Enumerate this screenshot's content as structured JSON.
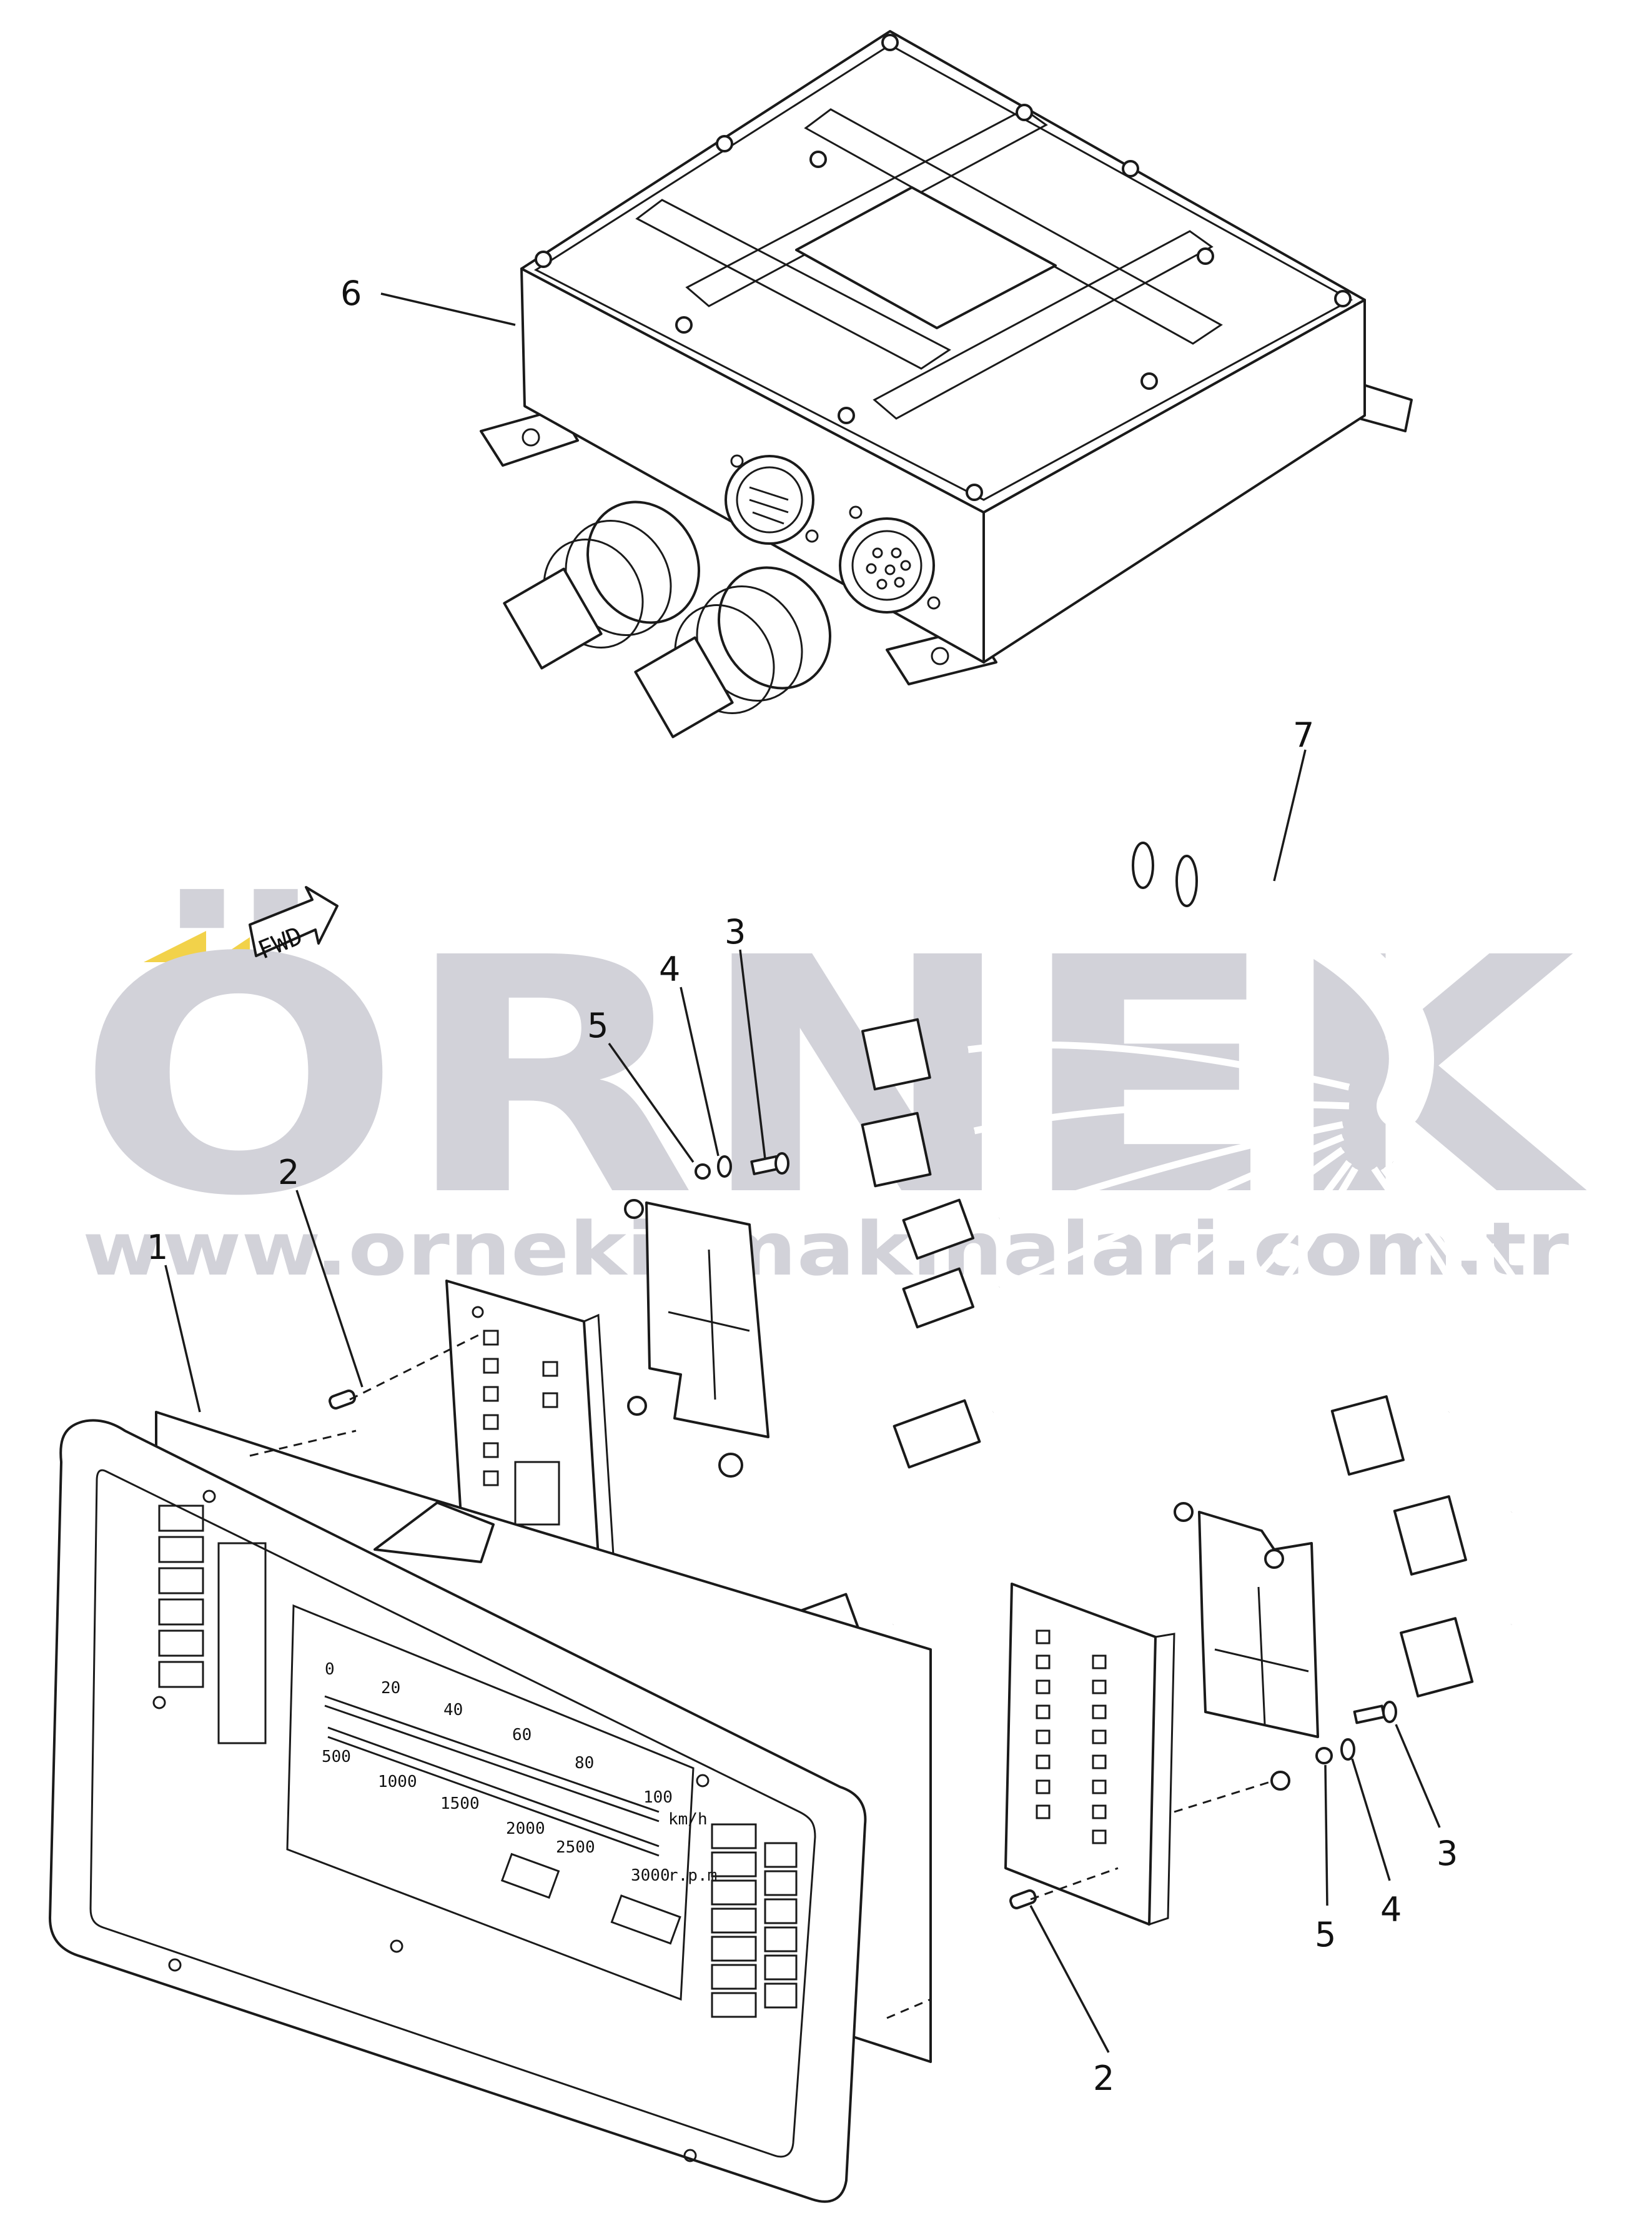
{
  "watermark": {
    "brand": "ÖRNEK",
    "url": "www.ornekismakinalari.com.tr",
    "brand_color": "#d2d2d9",
    "accent_color": "#f2d24a"
  },
  "direction_arrow": {
    "label": "FWD"
  },
  "callouts": [
    {
      "id": "c6",
      "label": "6"
    },
    {
      "id": "c7",
      "label": "7"
    },
    {
      "id": "c3a",
      "label": "3"
    },
    {
      "id": "c4a",
      "label": "4"
    },
    {
      "id": "c5a",
      "label": "5"
    },
    {
      "id": "c2a",
      "label": "2"
    },
    {
      "id": "c1",
      "label": "1"
    },
    {
      "id": "c3b",
      "label": "3"
    },
    {
      "id": "c4b",
      "label": "4"
    },
    {
      "id": "c5b",
      "label": "5"
    },
    {
      "id": "c2b",
      "label": "2"
    }
  ],
  "gauge": {
    "speed_marks": [
      "0",
      "20",
      "40",
      "60",
      "80",
      "100"
    ],
    "speed_unit": "km/h",
    "rpm_marks": [
      "500",
      "1000",
      "1500",
      "2000",
      "2500",
      "3000"
    ],
    "rpm_unit": "r.p.m"
  }
}
